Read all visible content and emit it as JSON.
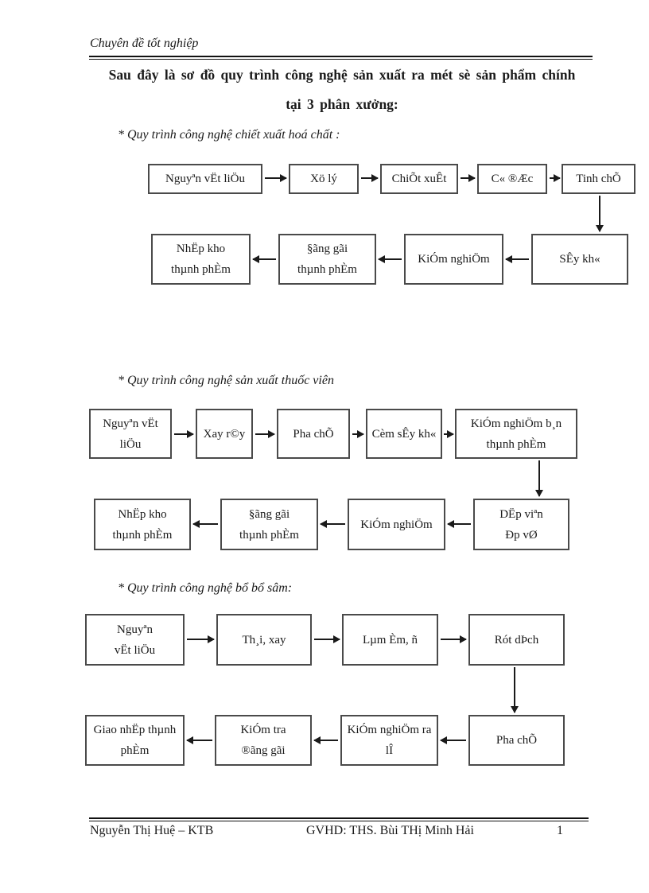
{
  "header": {
    "title": "Chuyên đề tốt nghiệp"
  },
  "main_title": {
    "line1": "Sau đây là sơ đồ quy trình công nghệ sản xuất ra mét sè sản phẩm chính",
    "line2": "tại 3 phân xưởng:"
  },
  "sections": [
    {
      "heading": "* Quy trình công nghệ chiết xuất hoá chất :",
      "row1_boxes": [
        "Nguyªn vËt liÖu",
        "Xö lý",
        "ChiÕt xuÊt",
        "C« ®Æc",
        "Tinh chÕ"
      ],
      "row2_boxes": [
        "NhËp kho\nthµnh phÈm",
        "§ãng gãi\nthµnh phÈm",
        "KiÓm nghiÖm",
        "SÊy kh«"
      ]
    },
    {
      "heading": "* Quy trình công nghệ sản xuất thuốc viên",
      "row1_boxes": [
        "Nguyªn vËt\nliÖu",
        "Xay r©y",
        "Pha chÕ",
        "Cèm sÊy kh«",
        "KiÓm nghiÖm b¸n\nthµnh phÈm"
      ],
      "row2_boxes": [
        "NhËp kho\nthµnh phÈm",
        "§ãng gãi\nthµnh phÈm",
        "KiÓm nghiÖm",
        "DËp viªn\nÐp vØ"
      ]
    },
    {
      "heading": "* Quy trình công nghệ bổ bổ sâm:",
      "row1_boxes": [
        "Nguyªn\nvËt liÖu",
        "Th¸i, xay",
        "Lµm Èm, ñ",
        "Rót dÞch"
      ],
      "row2_boxes": [
        "Giao nhËp thµnh\nphÈm",
        "KiÓm tra\n®ãng gãi",
        "KiÓm nghiÖm ra\nlÎ",
        "Pha chÕ"
      ]
    }
  ],
  "footer": {
    "author": "Nguyễn Thị Huệ – KTB",
    "advisor": "GVHD: THS. Bùi THị Minh Hải",
    "page_number": "1"
  }
}
